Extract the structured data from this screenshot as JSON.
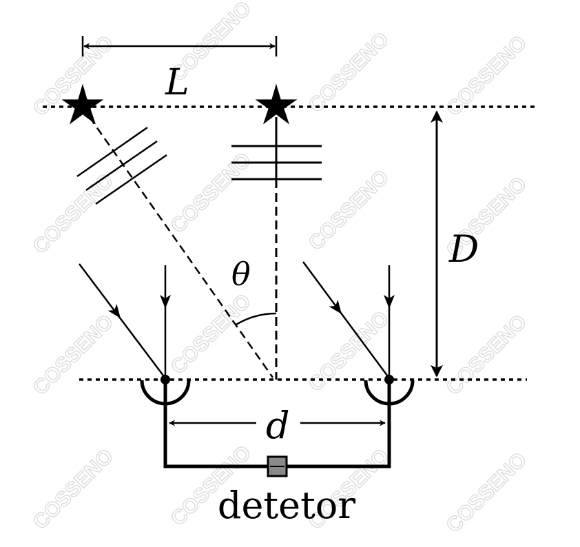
{
  "labels": {
    "separation": "L",
    "distance": "D",
    "angle": "θ",
    "baseline": "d",
    "detector": "detetor"
  },
  "watermark": {
    "text": "COSSENO"
  },
  "colors": {
    "ink": "#000000",
    "detector_fill": "#8a8a8a",
    "watermark": "#d8d8d8"
  },
  "icons": {
    "source": "star-icon",
    "arrow": "arrowhead-icon"
  }
}
